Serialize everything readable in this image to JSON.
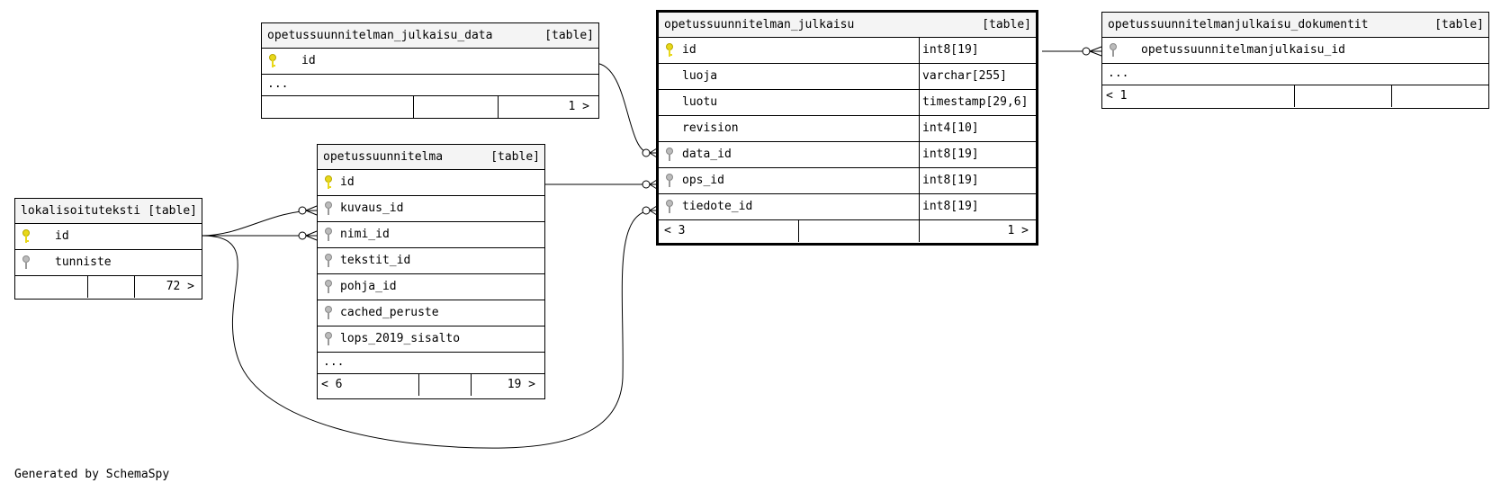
{
  "footer_text": "Generated by SchemaSpy",
  "type_label": "[table]",
  "ellipsis": "...",
  "colors": {
    "primary_key_icon": "#e8d81a",
    "foreign_key_icon": "#9a9a9a",
    "border": "#000000",
    "header_bg": "#f4f4f4"
  },
  "tables": {
    "julkaisu_data": {
      "name": "opetussuunnitelman_julkaisu_data",
      "columns": [
        {
          "name": "id",
          "key": "primary"
        }
      ],
      "footer": {
        "left": "",
        "right": "1 >"
      }
    },
    "julkaisu": {
      "name": "opetussuunnitelman_julkaisu",
      "columns": [
        {
          "name": "id",
          "type": "int8[19]",
          "key": "primary"
        },
        {
          "name": "luoja",
          "type": "varchar[255]",
          "key": "none"
        },
        {
          "name": "luotu",
          "type": "timestamp[29,6]",
          "key": "none"
        },
        {
          "name": "revision",
          "type": "int4[10]",
          "key": "none"
        },
        {
          "name": "data_id",
          "type": "int8[19]",
          "key": "foreign"
        },
        {
          "name": "ops_id",
          "type": "int8[19]",
          "key": "foreign"
        },
        {
          "name": "tiedote_id",
          "type": "int8[19]",
          "key": "foreign"
        }
      ],
      "footer": {
        "left": "< 3",
        "right": "1 >"
      }
    },
    "dokumentit": {
      "name": "opetussuunnitelmanjulkaisu_dokumentit",
      "columns": [
        {
          "name": "opetussuunnitelmanjulkaisu_id",
          "key": "foreign"
        }
      ],
      "footer": {
        "left": "< 1",
        "right": ""
      }
    },
    "opetussuunnitelma": {
      "name": "opetussuunnitelma",
      "columns": [
        {
          "name": "id",
          "key": "primary"
        },
        {
          "name": "kuvaus_id",
          "key": "foreign"
        },
        {
          "name": "nimi_id",
          "key": "foreign"
        },
        {
          "name": "tekstit_id",
          "key": "foreign"
        },
        {
          "name": "pohja_id",
          "key": "foreign"
        },
        {
          "name": "cached_peruste",
          "key": "foreign"
        },
        {
          "name": "lops_2019_sisalto",
          "key": "foreign"
        }
      ],
      "footer": {
        "left": "< 6",
        "right": "19 >"
      }
    },
    "lokalisoituteksti": {
      "name": "lokalisoituteksti",
      "columns": [
        {
          "name": "id",
          "key": "primary"
        },
        {
          "name": "tunniste",
          "key": "foreign"
        }
      ],
      "footer": {
        "left": "",
        "right": "72 >"
      }
    }
  }
}
